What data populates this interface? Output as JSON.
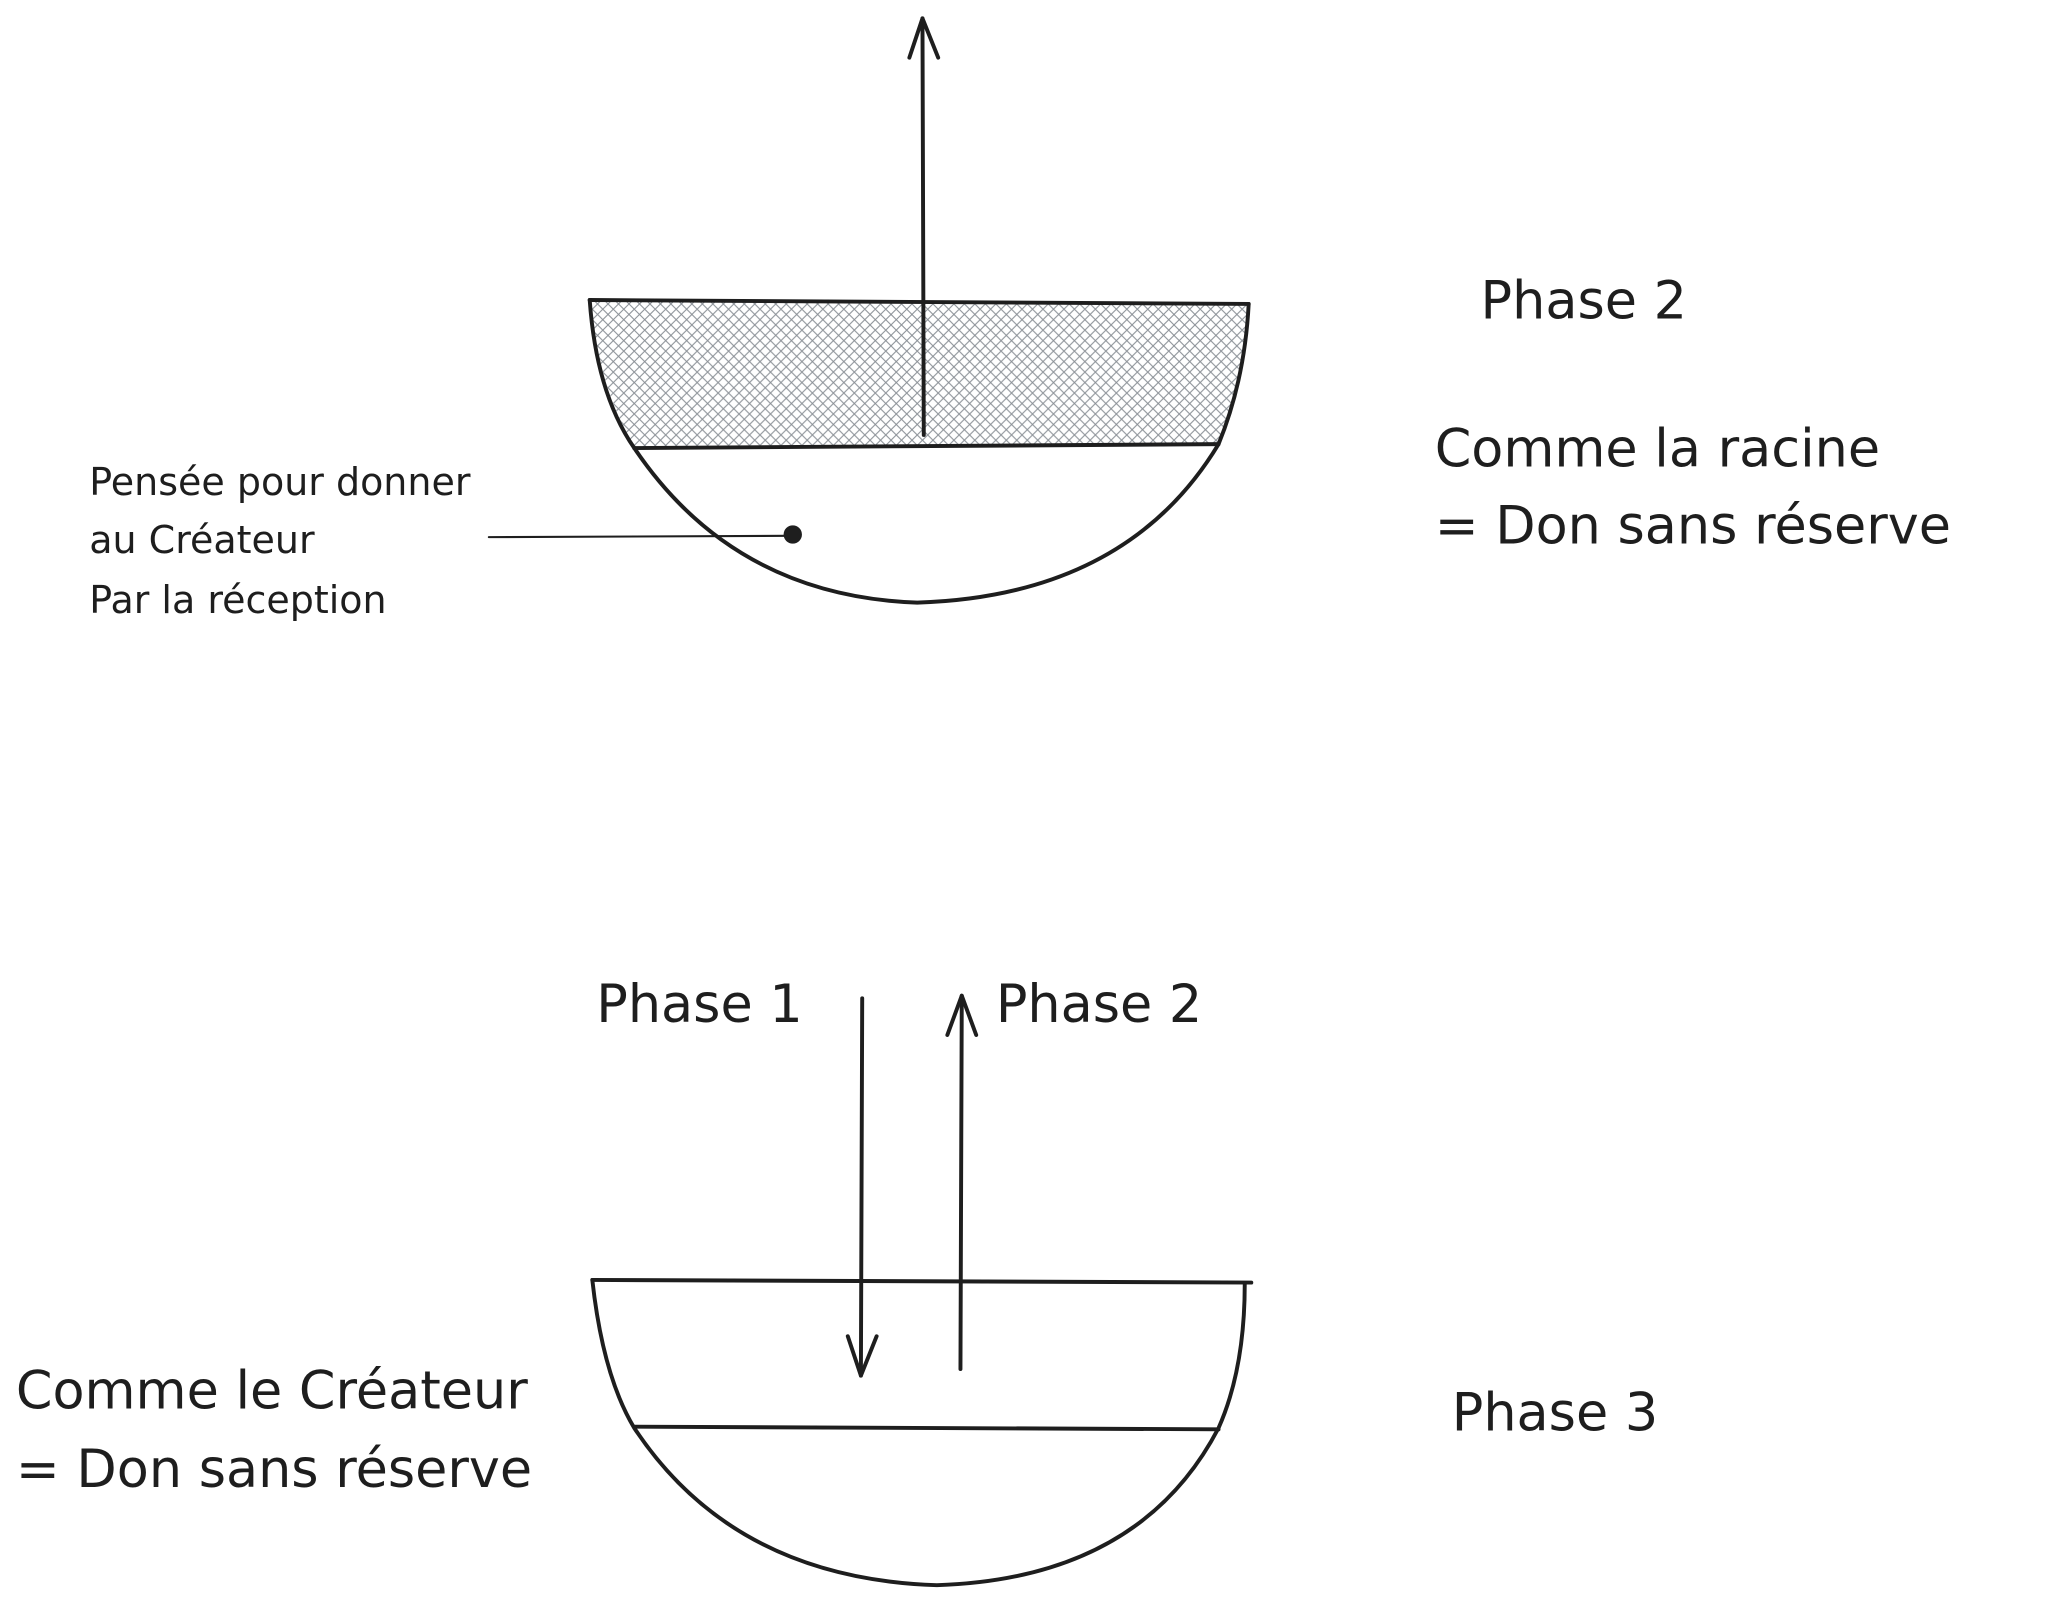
{
  "colors": {
    "ink": "#1e1e1e",
    "hatch": "#9aa0a6",
    "background": "#ffffff"
  },
  "top": {
    "phase_label": "Phase 2",
    "right_text": [
      "Comme la racine",
      "= Don sans réserve"
    ],
    "left_note": [
      "Pensée pour donner",
      "au Créateur",
      "Par la réception"
    ]
  },
  "bottom": {
    "arrow_down_label": "Phase 1",
    "arrow_up_label": "Phase 2",
    "phase_label": "Phase 3",
    "left_text": [
      "Comme le Créateur",
      "= Don sans réserve"
    ]
  }
}
